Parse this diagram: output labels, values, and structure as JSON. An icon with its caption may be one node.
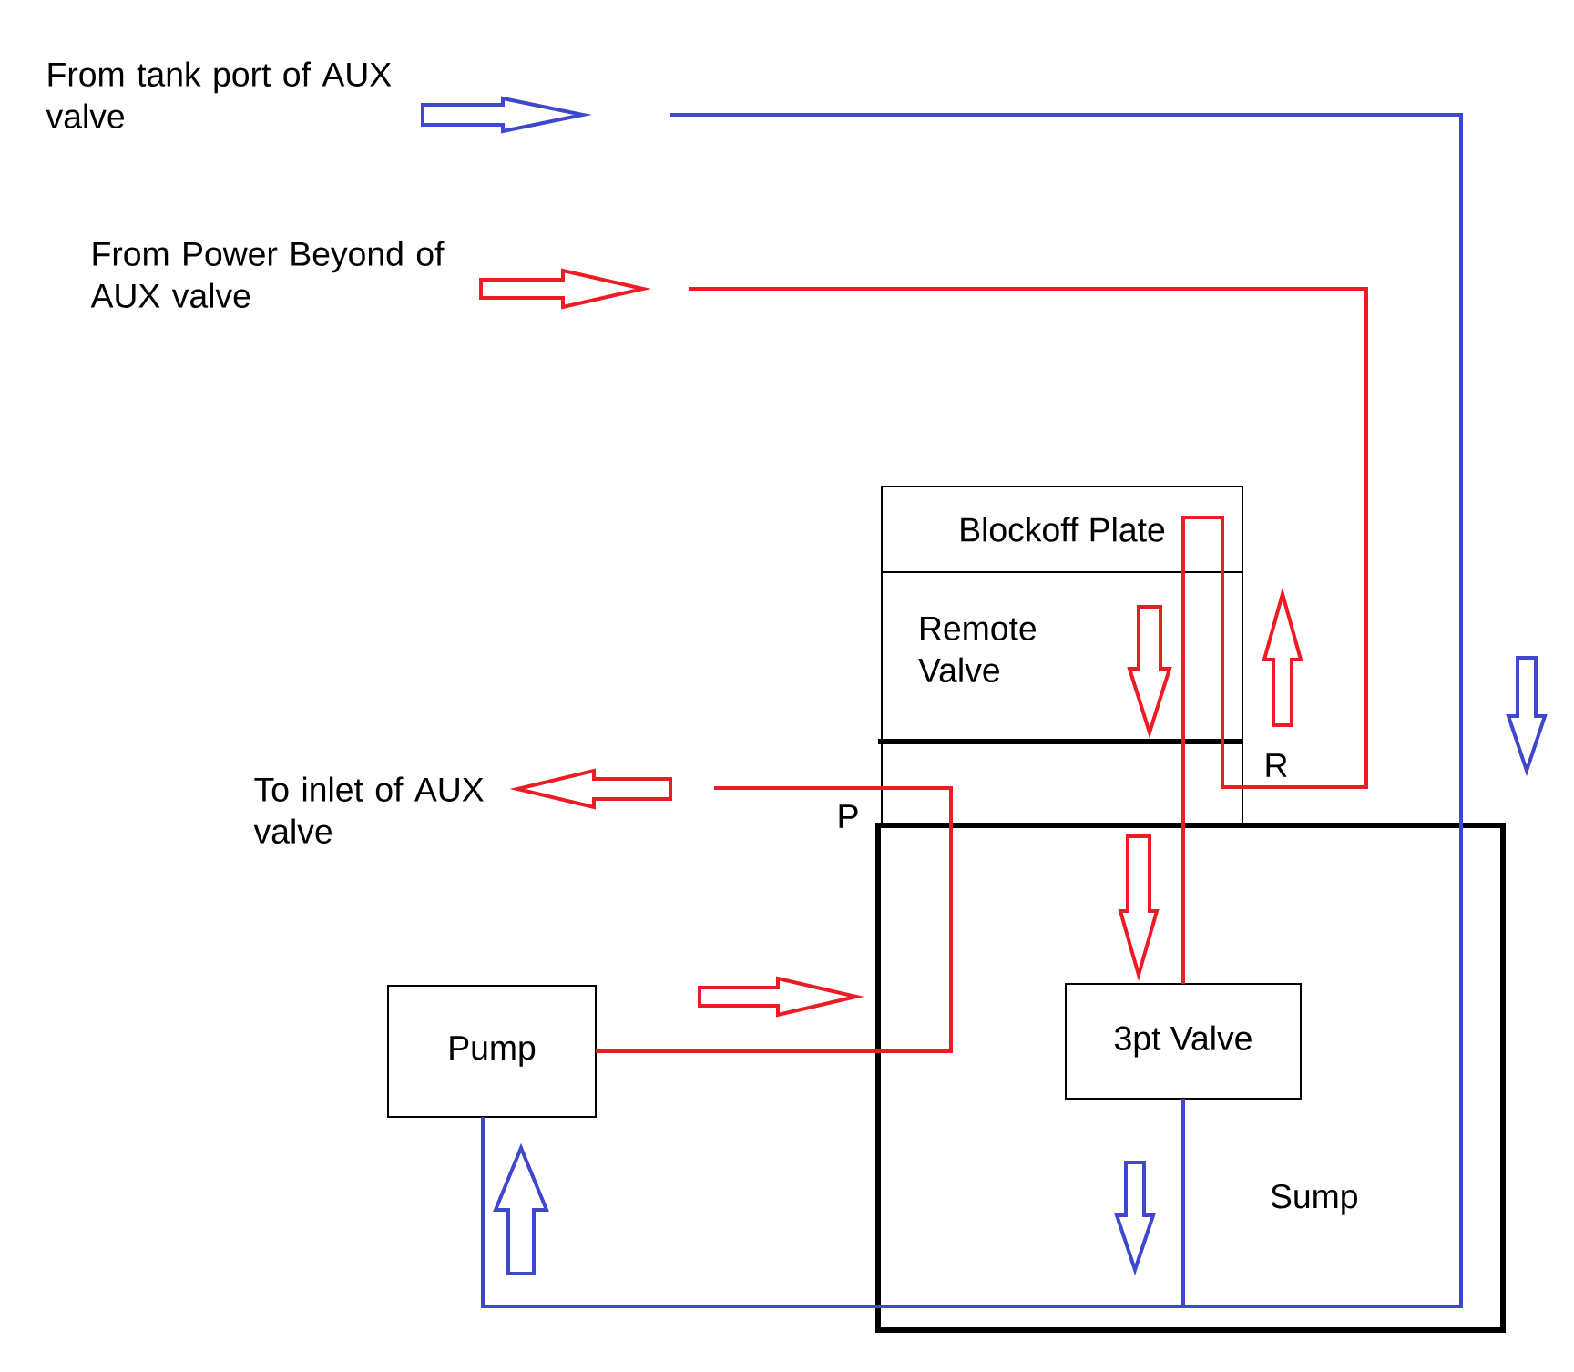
{
  "diagram": {
    "nodes": [
      {
        "text": [
          "From tank port of AUX valve"
        ]
      },
      {
        "text": [
          "From Power Beyond of AUX valve"
        ]
      },
      {
        "text": [
          "Blockoff Plate"
        ]
      },
      {
        "text": [
          "Remote Valve"
        ]
      },
      {
        "text": [],
        "shape": "box"
      },
      {
        "text": [
          "To inlet of AUX valve"
        ]
      },
      {
        "text": [
          "Sump"
        ]
      },
      {
        "text": [
          "Pump"
        ]
      },
      {
        "text": [
          "3pt Valve"
        ],
        "in": 6
      }
    ],
    "edges": [
      {
        "from": 0,
        "to": null,
        "arrow": "to",
        "color": "#3f48cc"
      },
      {
        "from": null,
        "to": 7,
        "arrow": "none",
        "color": "#3f48cc"
      },
      {
        "from": 1,
        "to": null,
        "arrow": "to",
        "color": "#ed1c24"
      },
      {
        "from": null,
        "to": 8,
        "arrow": "none",
        "color": "#ed1c24"
      },
      {
        "from": 7,
        "to": null,
        "arrow": "none",
        "color": "#ed1c24"
      },
      {
        "from": null,
        "to": 5,
        "arrow": "to",
        "color": "#ed1c24"
      },
      {
        "from": 8,
        "to": 7,
        "arrow": "none",
        "color": "#3f48cc"
      },
      {
        "from": 4,
        "to": 8,
        "arrow": "to",
        "color": "#ed1c24"
      }
    ],
    "labels": [
      "R",
      "P"
    ]
  }
}
